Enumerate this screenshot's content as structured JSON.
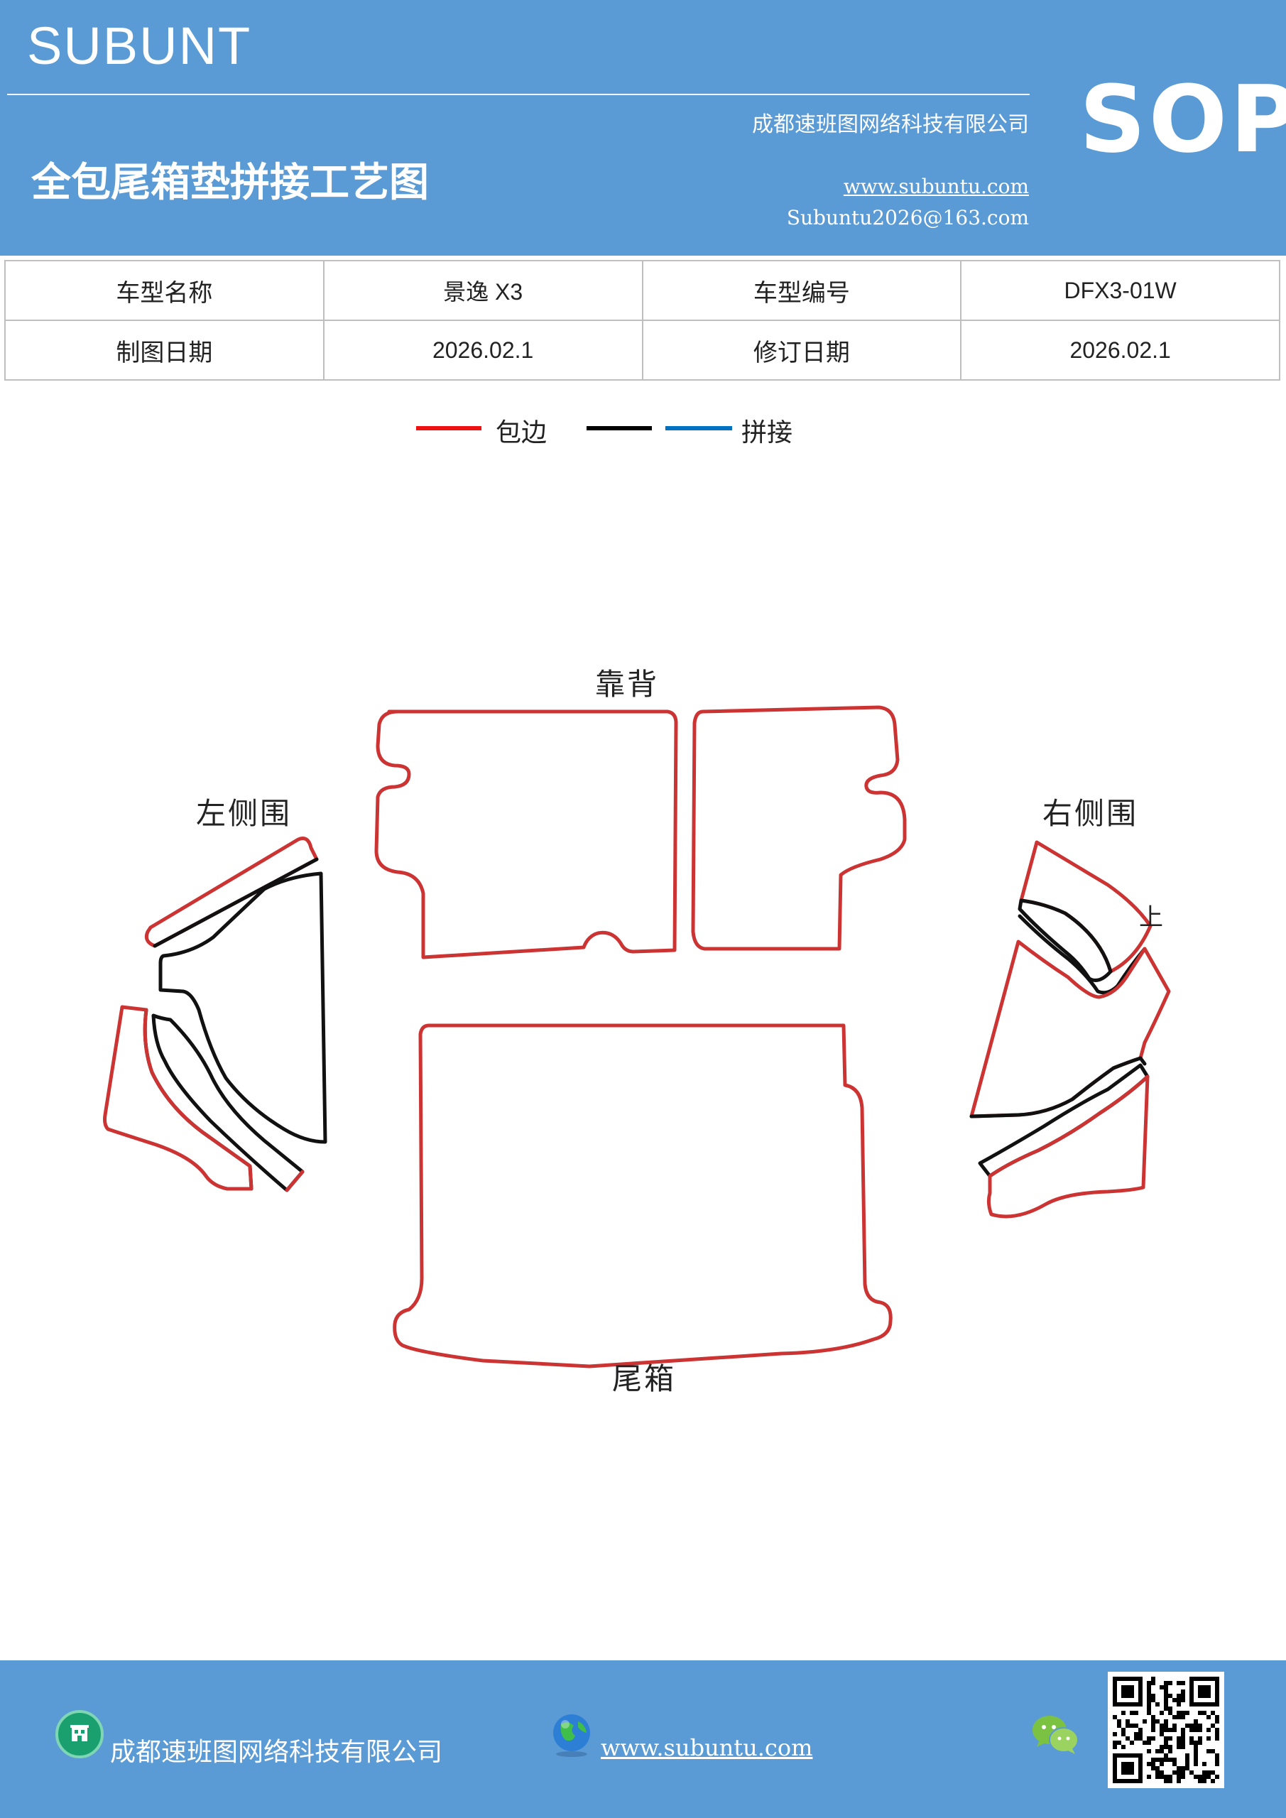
{
  "header": {
    "brand": "SUBUNT",
    "company": "成都速班图网络科技有限公司",
    "title": "全包尾箱垫拼接工艺图",
    "website": "www.subuntu.com",
    "email": "Subuntu2026@163.com",
    "badge": "SOP"
  },
  "info_table": {
    "model_name_label": "车型名称",
    "model_name_value": "景逸 X3",
    "model_code_label": "车型编号",
    "model_code_value": "DFX3-01W",
    "drawing_date_label": "制图日期",
    "drawing_date_value": "2026.02.1",
    "revision_date_label": "修订日期",
    "revision_date_value": "2026.02.1"
  },
  "legend": {
    "items": [
      {
        "label": "包边",
        "color": "#ee1111"
      },
      {
        "label": "",
        "color": "#000000"
      },
      {
        "label": "拼接",
        "color": "#0070c0"
      }
    ]
  },
  "diagram": {
    "label_back": "靠背",
    "label_left": "左侧围",
    "label_right": "右侧围",
    "label_trunk": "尾箱",
    "label_up": "上",
    "edge_color": "#cc3333",
    "seam_color": "#111111"
  },
  "footer": {
    "company": "成都速班图网络科技有限公司",
    "website": "www.subuntu.com"
  }
}
